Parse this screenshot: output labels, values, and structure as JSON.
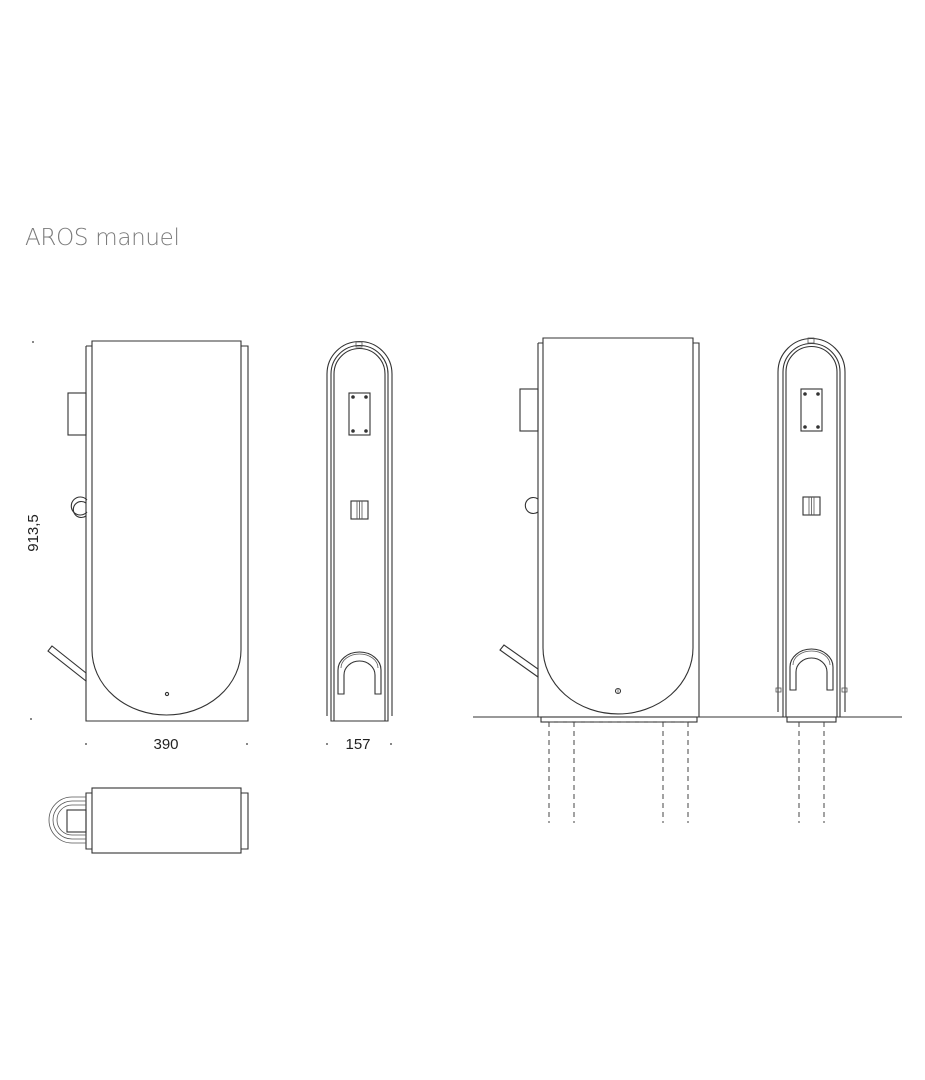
{
  "title": "AROS manuel",
  "dimensions": {
    "height": "913,5",
    "width": "390",
    "depth": "157"
  },
  "colors": {
    "line": "#333333",
    "title": "#7a7a7a"
  }
}
